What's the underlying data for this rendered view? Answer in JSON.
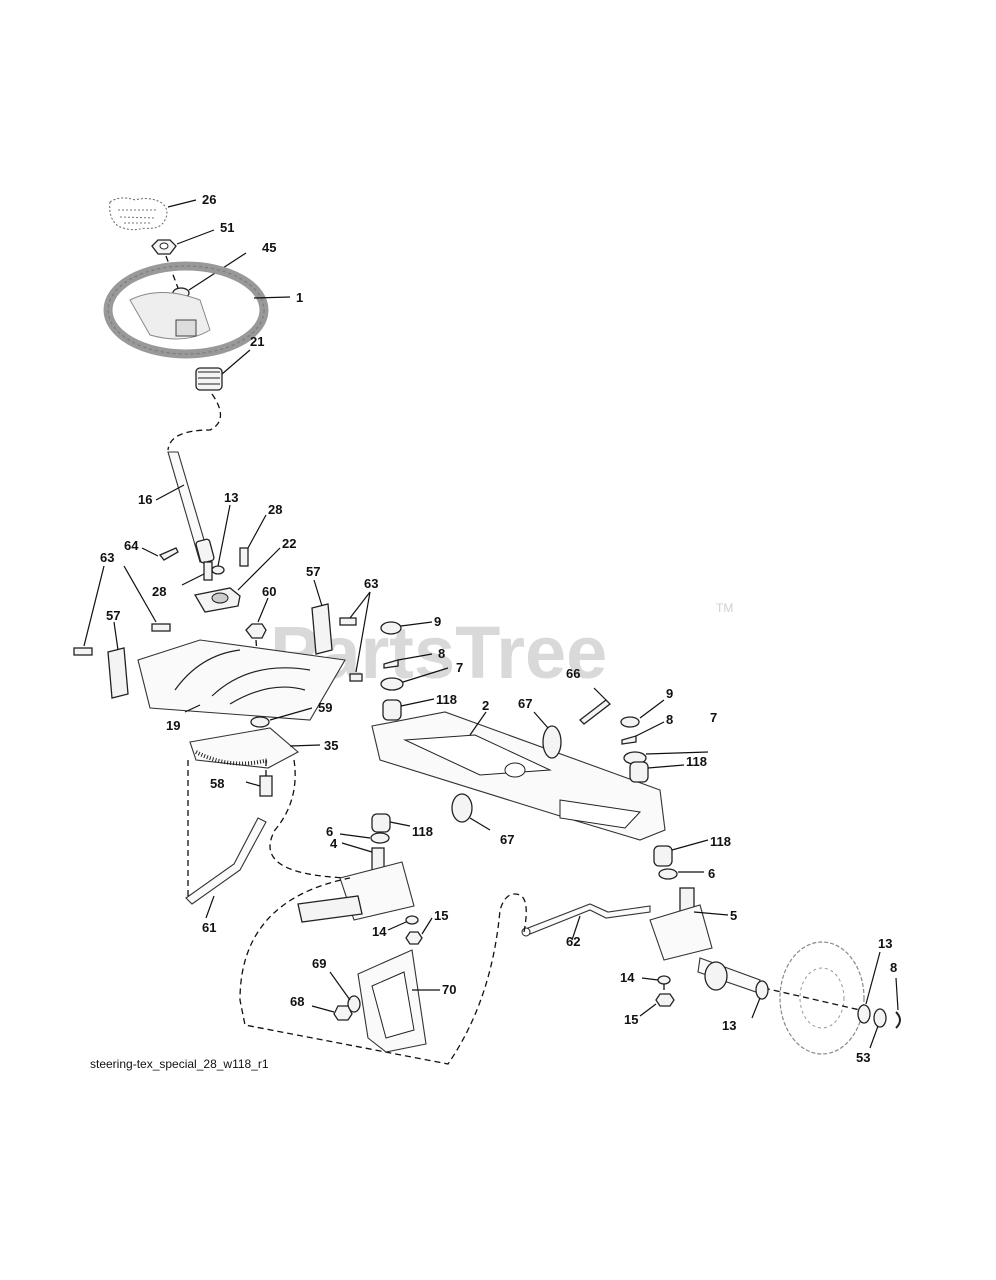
{
  "watermark": {
    "brand": "PartsTree",
    "trademark": "TM"
  },
  "caption": "steering-tex_special_28_w118_r1",
  "callouts": {
    "c26": "26",
    "c51": "51",
    "c45": "45",
    "c1": "1",
    "c21": "21",
    "c16": "16",
    "c13a": "13",
    "c28a": "28",
    "c22": "22",
    "c64": "64",
    "c63a": "63",
    "c28b": "28",
    "c60": "60",
    "c57a": "57",
    "c63b": "63",
    "c57b": "57",
    "c19": "19",
    "c59": "59",
    "c35": "35",
    "c58": "58",
    "c61": "61",
    "c9a": "9",
    "c8a": "8",
    "c7a": "7",
    "c118a": "118",
    "c2": "2",
    "c66": "66",
    "c67a": "67",
    "c9b": "9",
    "c8b": "8",
    "c7b": "7",
    "c118b": "118",
    "c6a": "6",
    "c118c": "118",
    "c67b": "67",
    "c4": "4",
    "c118d": "118",
    "c6b": "6",
    "c5": "5",
    "c15a": "15",
    "c14a": "14",
    "c62": "62",
    "c13b": "13",
    "c8c": "8",
    "c69": "69",
    "c70": "70",
    "c68": "68",
    "c14b": "14",
    "c15b": "15",
    "c13c": "13",
    "c53": "53"
  }
}
